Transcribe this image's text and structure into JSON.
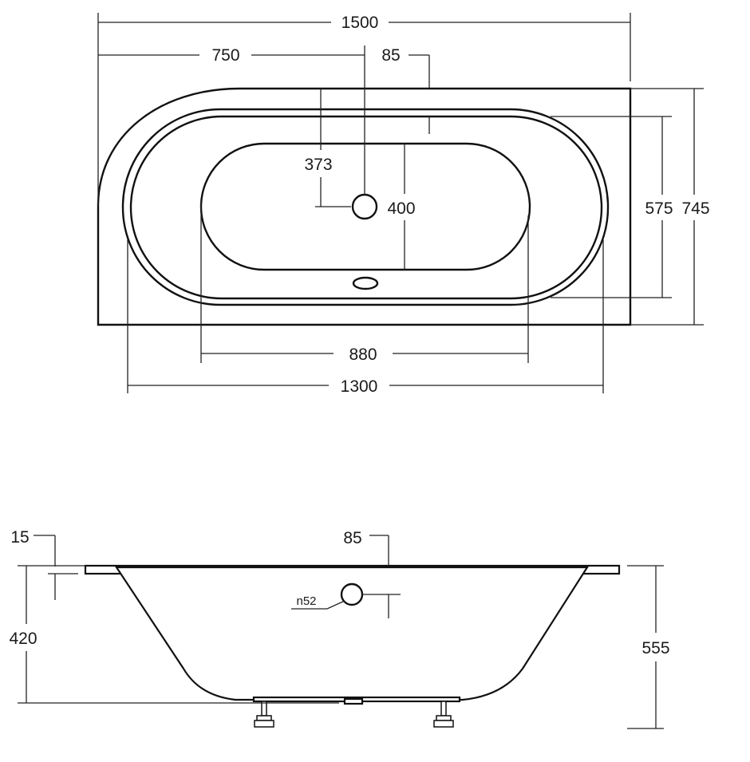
{
  "plan_view": {
    "overall_length": "1500",
    "half_length": "750",
    "rim_top_left": "85",
    "drain_offset": "373",
    "inner_width": "400",
    "basin_width": "575",
    "overall_width": "745",
    "basin_bottom_length": "880",
    "basin_length": "1300"
  },
  "side_view": {
    "rim_thickness": "15",
    "rim_top": "85",
    "overflow_label": "n52",
    "tub_depth": "420",
    "total_height": "555"
  },
  "colors": {
    "line": "#111111",
    "background": "#ffffff"
  }
}
